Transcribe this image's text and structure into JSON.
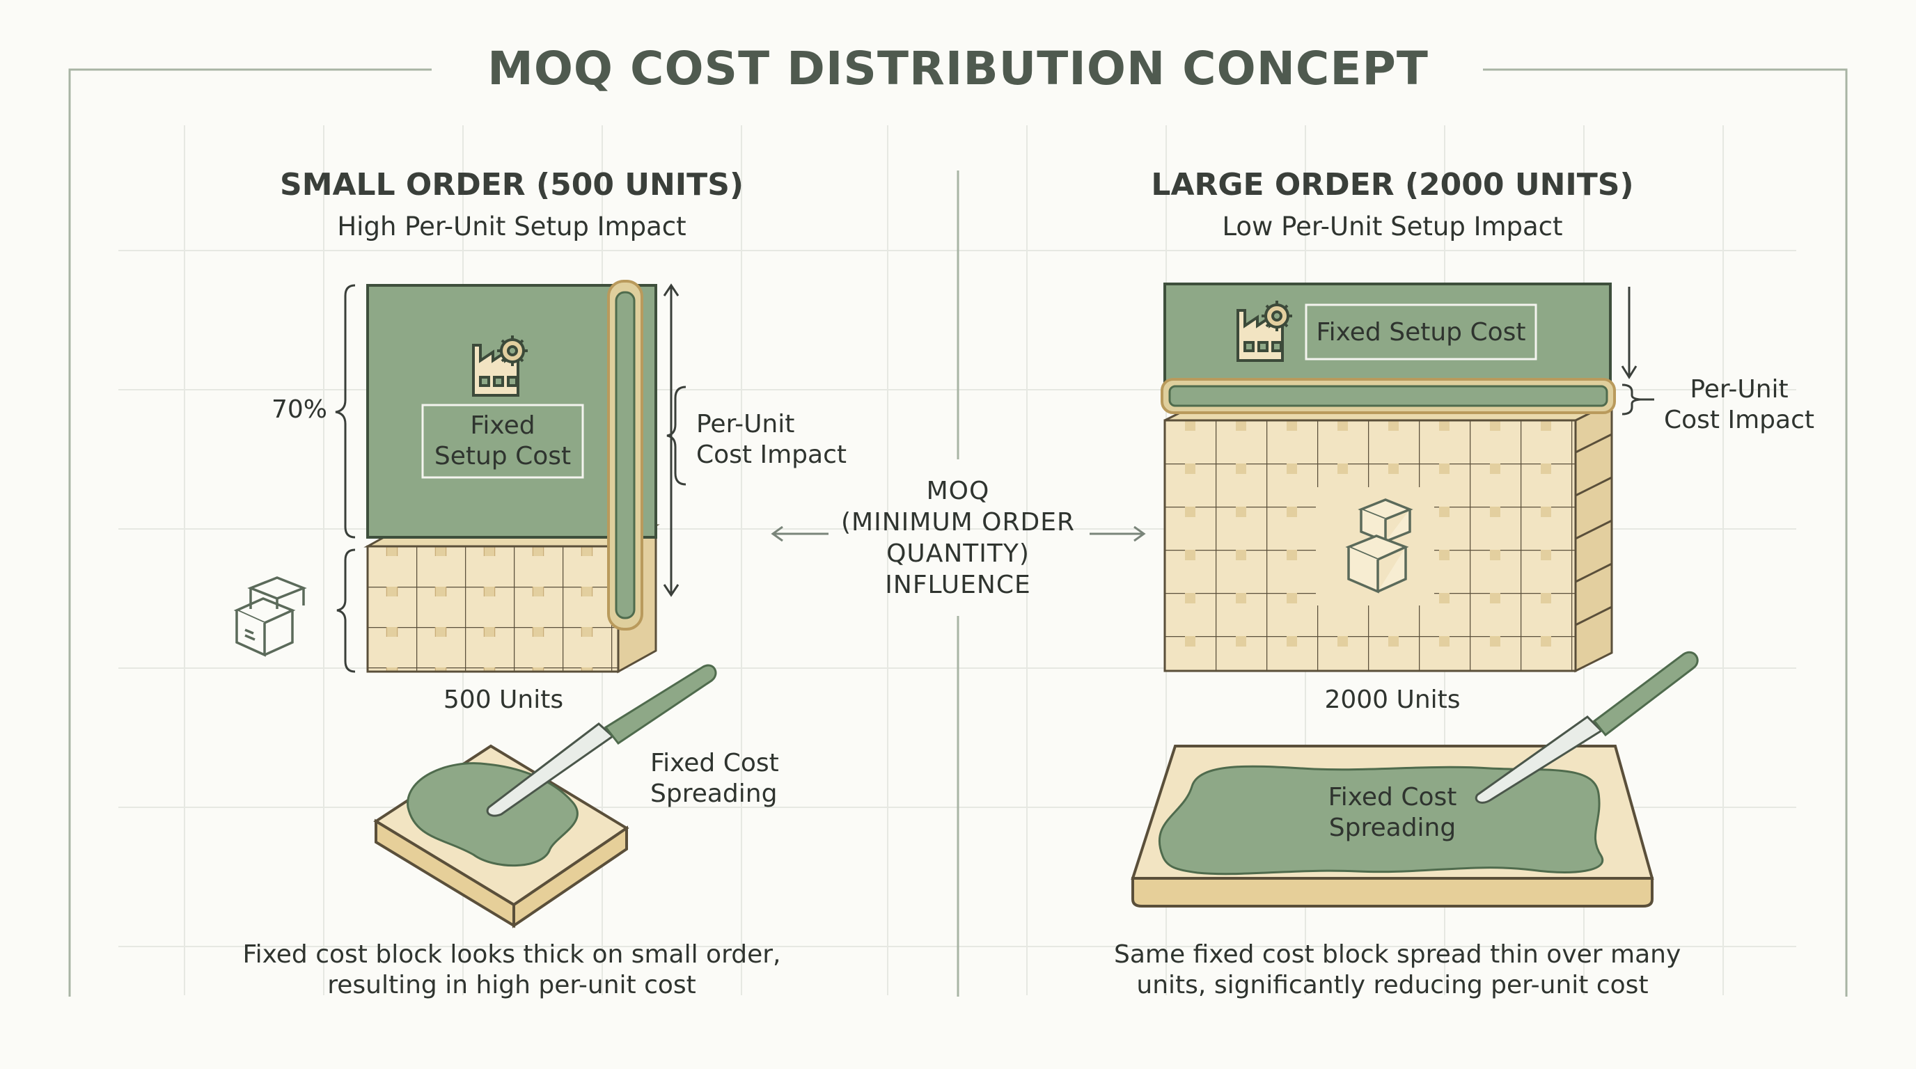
{
  "title": "MOQ COST DISTRIBUTION CONCEPT",
  "small": {
    "heading": "SMALL ORDER (500 UNITS)",
    "subheading": "High Per-Unit Setup Impact",
    "percent": "70%",
    "box_line1": "Fixed",
    "box_line2": "Setup Cost",
    "impact_line1": "Per-Unit",
    "impact_line2": "Cost Impact",
    "units": "500 Units",
    "spread_line1": "Fixed Cost",
    "spread_line2": "Spreading",
    "caption_line1": "Fixed cost block looks thick on small order,",
    "caption_line2": "resulting in high per-unit cost"
  },
  "center": {
    "line1": "MOQ",
    "line2": "(MINIMUM ORDER",
    "line3": "QUANTITY)",
    "line4": "INFLUENCE"
  },
  "large": {
    "heading": "LARGE ORDER (2000 UNITS)",
    "subheading": "Low Per-Unit Setup Impact",
    "box_label": "Fixed Setup Cost",
    "impact_line1": "Per-Unit",
    "impact_line2": "Cost Impact",
    "units": "2000 Units",
    "spread_line1": "Fixed Cost",
    "spread_line2": "Spreading",
    "caption_line1": "Same fixed cost block spread thin over many",
    "caption_line2": "units, significantly reducing per-unit cost"
  },
  "icons": [
    "factory-gear-icon",
    "boxes-icon",
    "butter-knife-icon",
    "toast-icon"
  ],
  "colors": {
    "green": "#8ea887",
    "green_dark": "#4f6b4d",
    "beige": "#f2e4c2",
    "beige_dark": "#c9ad78",
    "gold": "#c9a96a",
    "text": "#2f342f",
    "grid": "#e6e8e2"
  }
}
